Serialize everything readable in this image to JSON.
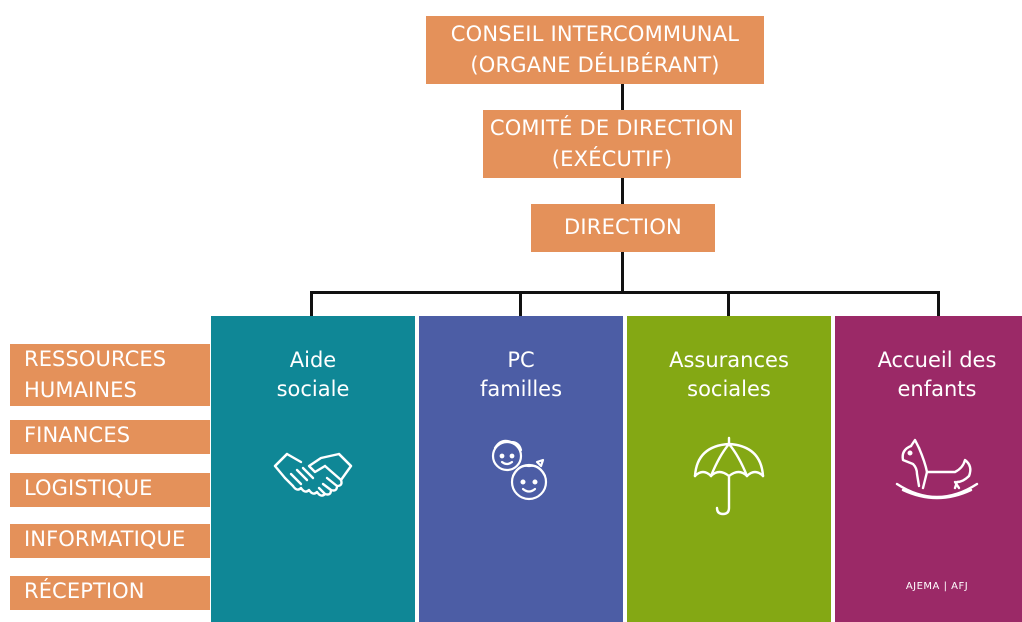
{
  "governance": {
    "council": [
      "CONSEIL INTERCOMMUNAL",
      "(ORGANE DÉLIBÉRANT)"
    ],
    "committee": [
      "COMITÉ DE DIRECTION",
      "(EXÉCUTIF)"
    ],
    "direction": "DIRECTION"
  },
  "support_services": [
    "RESSOURCES HUMAINES",
    "FINANCES",
    "LOGISTIQUE",
    "INFORMATIQUE",
    "RÉCEPTION"
  ],
  "departments": [
    {
      "title": [
        "Aide",
        "sociale"
      ],
      "icon": "handshake-icon",
      "color": "#0f8796"
    },
    {
      "title": [
        "PC",
        "familles"
      ],
      "icon": "children-faces-icon",
      "color": "#4c5da5"
    },
    {
      "title": [
        "Assurances",
        "sociales"
      ],
      "icon": "umbrella-icon",
      "color": "#84a814"
    },
    {
      "title": [
        "Accueil des",
        "enfants"
      ],
      "icon": "rocking-horse-icon",
      "color": "#9b2967",
      "note": "AJEMA | AFJ"
    }
  ],
  "colors": {
    "box": "#e4915a",
    "connector": "#111111"
  }
}
